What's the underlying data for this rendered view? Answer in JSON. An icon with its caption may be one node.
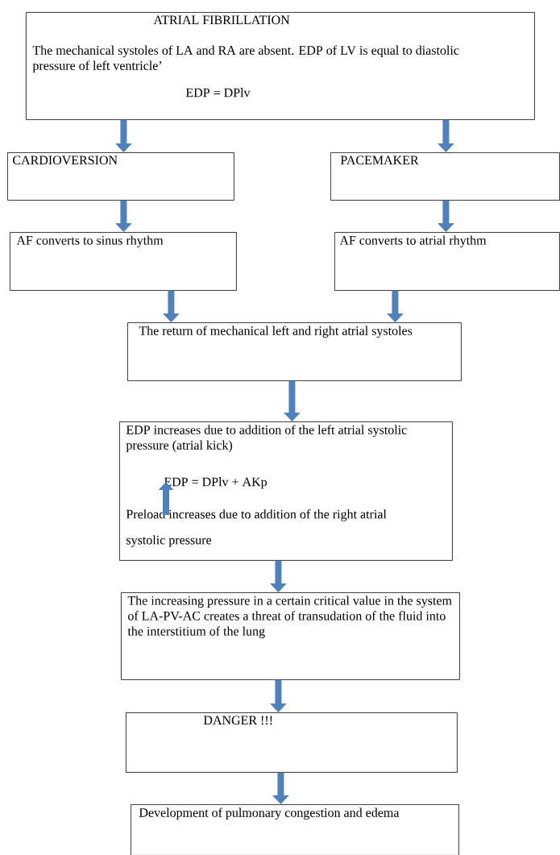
{
  "diagram": {
    "nodes": [
      {
        "text": [
          "ATRIAL  FIBRILLATION",
          "The mechanical systoles of LA and RA are absent.  EDP of LV is equal to diastolic pressure of left ventricle’",
          "EDP  =  DPlv"
        ]
      },
      {
        "text": [
          "CARDIOVERSION"
        ]
      },
      {
        "text": [
          "PACEMAKER"
        ]
      },
      {
        "text": [
          "AF converts to sinus rhythm"
        ]
      },
      {
        "text": [
          "AF converts to atrial rhythm"
        ]
      },
      {
        "text": [
          "The return of mechanical left and right atrial systoles"
        ]
      },
      {
        "text": [
          "EDP increases due to addition of the left atrial systolic pressure (atrial kick)",
          "EDP = DPlv  +  AKp",
          "Preload increases due to addition of the right atrial systolic pressure"
        ]
      },
      {
        "text": [
          "The increasing pressure in a certain critical value  in the system of LA-PV-AC creates a threat of transudation of the fluid into the interstitium of the lung"
        ]
      },
      {
        "text": [
          "DANGER !!!"
        ]
      },
      {
        "text": [
          "Development of pulmonary congestion and edema"
        ]
      }
    ],
    "edges": [
      {
        "from": 0,
        "to": 1,
        "arrow": "to"
      },
      {
        "from": 0,
        "to": 2,
        "arrow": "to"
      },
      {
        "from": 1,
        "to": 3,
        "arrow": "to"
      },
      {
        "from": 2,
        "to": 4,
        "arrow": "to"
      },
      {
        "from": 3,
        "to": 5,
        "arrow": "to"
      },
      {
        "from": 4,
        "to": 5,
        "arrow": "to"
      },
      {
        "from": 5,
        "to": 6,
        "arrow": "to"
      },
      {
        "from": 6,
        "to": 7,
        "arrow": "to"
      },
      {
        "from": 7,
        "to": 8,
        "arrow": "to"
      },
      {
        "from": 8,
        "to": 9,
        "arrow": "to"
      }
    ]
  }
}
